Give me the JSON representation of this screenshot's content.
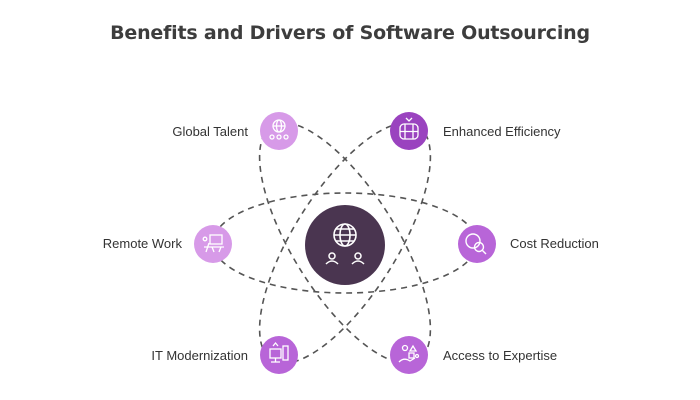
{
  "title": "Benefits and Drivers of Software Outsourcing",
  "colors": {
    "center": "#4a3550",
    "node_light": "#d79ae8",
    "node_mid": "#b865d8",
    "node_dark": "#9a43bf",
    "line": "#555555"
  },
  "center": {
    "icons": [
      "globe-icon",
      "two-people-icon"
    ]
  },
  "nodes": [
    {
      "id": "global-talent",
      "label": "Global Talent",
      "icon": "globe-people-icon",
      "tone": "node_light"
    },
    {
      "id": "enhanced-efficiency",
      "label": "Enhanced Efficiency",
      "icon": "server-stack-icon",
      "tone": "node_dark"
    },
    {
      "id": "remote-work",
      "label": "Remote Work",
      "icon": "remote-desk-icon",
      "tone": "node_light"
    },
    {
      "id": "cost-reduction",
      "label": "Cost Reduction",
      "icon": "coin-search-icon",
      "tone": "node_mid"
    },
    {
      "id": "it-modernization",
      "label": "IT Modernization",
      "icon": "computer-upgrade-icon",
      "tone": "node_mid"
    },
    {
      "id": "access-to-expertise",
      "label": "Access to Expertise",
      "icon": "shapes-hand-icon",
      "tone": "node_mid"
    }
  ]
}
